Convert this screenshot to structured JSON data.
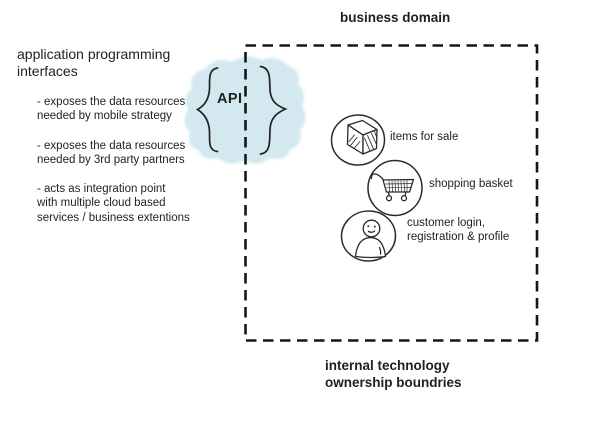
{
  "diagram": {
    "business_domain_label": "business domain",
    "api_heading": "application programming\ninterfaces",
    "api_bullets": [
      "- exposes the data resources\nneeded by mobile strategy",
      "- exposes the data resources\nneeded by 3rd party partners",
      "- acts as integration point\nwith multiple cloud based\nservices / business extentions"
    ],
    "api_label": "API",
    "nodes": [
      {
        "icon": "package-icon",
        "label": "items for sale"
      },
      {
        "icon": "shopping-cart-icon",
        "label": "shopping basket"
      },
      {
        "icon": "person-icon",
        "label": "customer login,\nregistration & profile"
      }
    ],
    "footer_label": "internal technology\nownership boundries",
    "colors": {
      "highlight": "#cfe7ee",
      "ink": "#1c1c1c"
    }
  }
}
